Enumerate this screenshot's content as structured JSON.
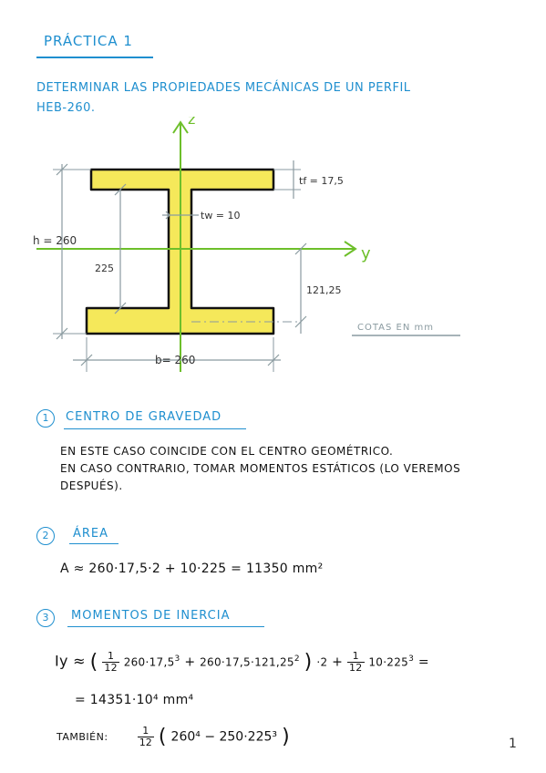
{
  "header": {
    "title": "PRÁCTICA 1"
  },
  "intro": {
    "line1": "DETERMINAR LAS PROPIEDADES MECÁNICAS DE UN PERFIL",
    "line2": "HEB-260."
  },
  "diagram": {
    "axis_z": "z",
    "axis_y": "y",
    "label_h": "h = 260",
    "label_225": "225",
    "label_tf": "tf = 17,5",
    "label_tw": "tw = 10",
    "label_12125": "121,25",
    "label_b": "b= 260",
    "label_cotas": "COTAS EN mm",
    "colors": {
      "flange_fill": "#f5e85a",
      "axis_green": "#6dbf2a",
      "dim_gray": "#8a9aa0"
    }
  },
  "sections": [
    {
      "num": "1",
      "title": "CENTRO DE GRAVEDAD"
    },
    {
      "num": "2",
      "title": "ÁREA"
    },
    {
      "num": "3",
      "title": "MOMENTOS DE INERCIA"
    }
  ],
  "centro": {
    "line1": "EN ESTE CASO COINCIDE CON EL CENTRO GEOMÉTRICO.",
    "line2": "EN CASO CONTRARIO, TOMAR MOMENTOS ESTÁTICOS (LO VEREMOS",
    "line3": "DESPUÉS)."
  },
  "area": {
    "formula": "A ≈ 260·17,5·2 + 10·225 = 11350 mm²"
  },
  "inercia": {
    "iy_lhs": "Iy ≈",
    "paren_open": "(",
    "frac1_num": "1",
    "frac1_den": "12",
    "term1": "260·17,5",
    "exp3": "3",
    "plus1": "+",
    "term2": "260·17,5·121,25",
    "exp2": "2",
    "paren_close": ")",
    "times2": "·2",
    "plus2": "+",
    "frac2_num": "1",
    "frac2_den": "12",
    "term3": "10·225",
    "exp3b": "3",
    "equals": "=",
    "result": "= 14351·10⁴ mm⁴",
    "tambien_label": "TAMBIÉN:",
    "frac3_num": "1",
    "frac3_den": "12",
    "tambien_expr": "260⁴ − 250·225³"
  },
  "page_number": "1"
}
